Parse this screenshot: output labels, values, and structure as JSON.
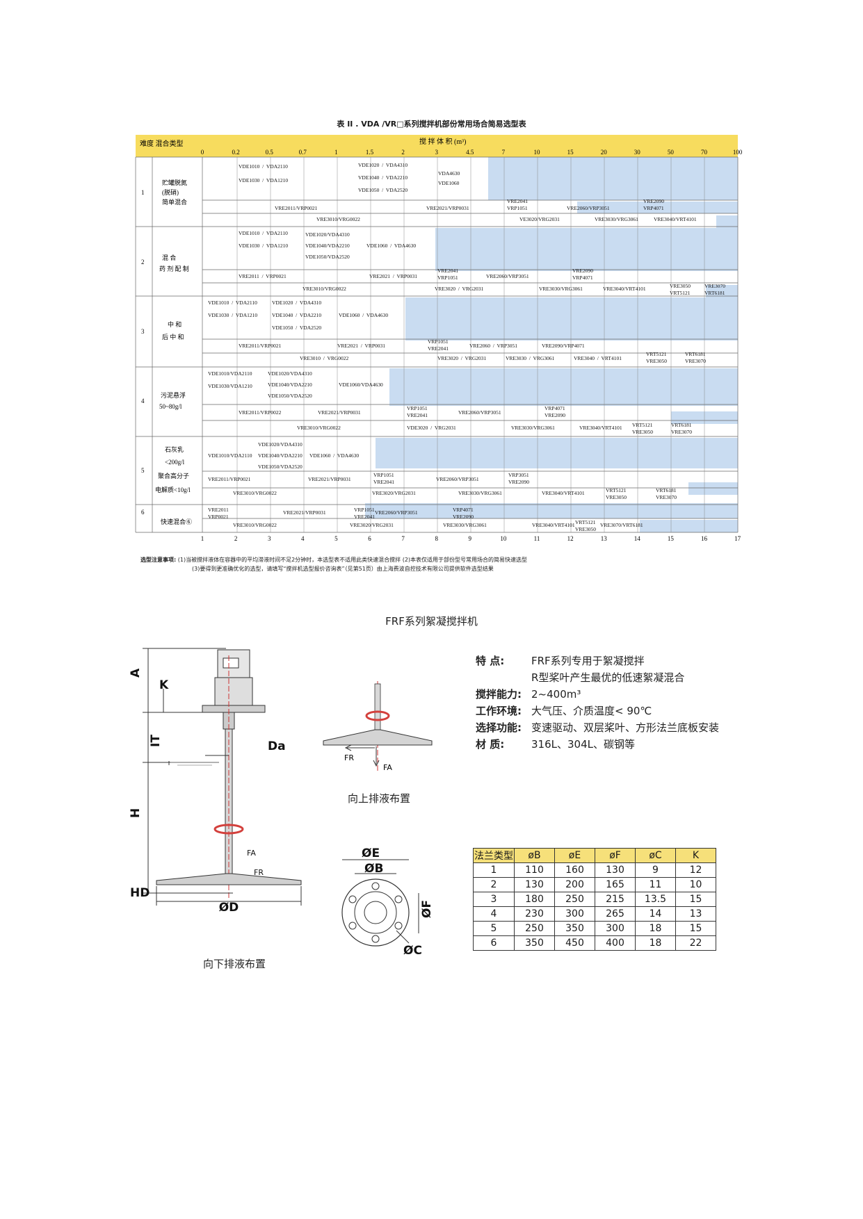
{
  "chart": {
    "title": "表 II . VDA /VR□系列搅拌机部份常用场合简易选型表",
    "header_left": "难度  混合类型",
    "header_center": "搅  拌  体  积  (m³)",
    "volume_ticks": [
      "0",
      "0.2",
      "0.5",
      "0.7",
      "1",
      "1.5",
      "2",
      "3",
      "4.5",
      "7",
      "10",
      "15",
      "20",
      "30",
      "50",
      "70",
      "100"
    ],
    "bottom_ticks": [
      "1",
      "2",
      "3",
      "4",
      "5",
      "6",
      "7",
      "8",
      "9",
      "10",
      "11",
      "12",
      "13",
      "14",
      "15",
      "16",
      "17"
    ],
    "groups": [
      {
        "num": "1",
        "name": [
          "贮罐脱氮",
          "(脱硝)",
          "简单混合"
        ]
      },
      {
        "num": "2",
        "name": [
          "混    合",
          "药 剂 配 制"
        ]
      },
      {
        "num": "3",
        "name": [
          "中  和",
          "后 中 和"
        ]
      },
      {
        "num": "4",
        "name": [
          "污泥悬浮",
          "50~80g/l"
        ]
      },
      {
        "num": "5",
        "name": [
          "石灰乳",
          "<200g/l",
          "聚合高分子",
          "电解质<10g/l"
        ]
      },
      {
        "num": "6",
        "name": [
          "快速混合⑥"
        ]
      }
    ],
    "labels": [
      "VDE1010  /  VDA2110",
      "VDE1030  /  VDA1210",
      "VDE1020  /  VDA4310",
      "VDE1040  /  VDA2210",
      "VDE1050  /  VDA2520",
      "VDA4630",
      "VDE1060",
      "VRE2011/VRP0021",
      "VRE2021/VRP0031",
      "VRE2041",
      "VRP1051",
      "VRE2060/VRP3051",
      "VRE2090",
      "VRP4071",
      "VRE3010/VRG0022",
      "VE3020/VRG2031",
      "VRE3030/VRG3061",
      "VRE3040/VRT4101",
      "VDE1010  /  VDA2110",
      "VDE1030  /  VDA1210",
      "VDE1020/VDA4310",
      "VDE1040/VDA2210",
      "VDE1050/VDA2520",
      "VDE1060  /  VDA4630",
      "VRE2011  /  VRP0021",
      "VRE2021  /  VRP0031",
      "VRE2041",
      "VRP1051",
      "VRE2060/VRP3051",
      "VRE2090",
      "VRP4071",
      "VRE3010/VRG0022",
      "VRE3020  /  VRG2031",
      "VRE3030/VRG3061",
      "VRE3040/VRT4101",
      "VRE3050",
      "VRT5121",
      "VRE3070",
      "VRT6181",
      "VDE1010  /  VDA2110",
      "VDE1030  /  VDA1210",
      "VDE1020  /  VDA4310",
      "VDE1040  /  VDA2210",
      "VDE1050  /  VDA2520",
      "VDE1060  /  VDA4630",
      "VRE2011/VRP0021",
      "VRE2021  /  VRP0031",
      "VRP1051",
      "VRE2041",
      "VRE2060  /  VRP3051",
      "VRE2090/VRP4071",
      "VRE3010  /  VRG0022",
      "VRE3020  /  VRG2031",
      "VRE3030  /  VRG3061",
      "VRE3040  /  VRT4101",
      "VRT5121",
      "VRE3050",
      "VRT6181",
      "VRE3070",
      "VDE1010/VDA2110",
      "VDE1030/VDA1210",
      "VDE1020/VDA4310",
      "VDE1040/VDA2210",
      "VDE1050/VDA2520",
      "VDE1060/VDA4630",
      "VRE2011/VRP0022",
      "VRE2021/VRP0031",
      "VRP1051",
      "VRE2041",
      "VRE2060/VRP3051",
      "VRP4071",
      "VRE2090",
      "VRE3010/VRG0022",
      "VDE3020  /  VRG2031",
      "VRE3030/VRG3061",
      "VRE3040/VRT4101",
      "VRT5121",
      "VRE3050",
      "VRT6181",
      "VRE3070",
      "VDE1020/VDA4310",
      "VDE1010/VDA2110",
      "VDE1040/VDA2210",
      "VDE1050/VDA2520",
      "VDE1060  /  VDA4630",
      "VRE2011/VRP0021",
      "VRE2021/VRP0031",
      "VRP1051",
      "VRE2041",
      "VRE2060/VRP3051",
      "VRP3051",
      "VRE2090",
      "VRE3010/VRG0022",
      "VRE3020/VRG2031",
      "VRE3030/VRG3061",
      "VRE3040/VRT4101",
      "VRT5121",
      "VRE3050",
      "VRT6181",
      "VRE3070",
      "VRE2011",
      "VRP0021",
      "VRE2021/VRP0031",
      "VRP1051",
      "VRE2041",
      "VRE2060/VRP3051",
      "VRP4071",
      "VRE2090",
      "VRE3010/VRG0022",
      "VRE3020/VRG2031",
      "VRE3030/VRG3061",
      "VRE3040/VRT4101",
      "VRT5121",
      "VRE3050",
      "VRE3070/VRT6181"
    ],
    "colors": {
      "header": "#f7dc5e",
      "fill": "#c9dcf1",
      "line": "#555555"
    }
  },
  "notes": {
    "label": "选型注意事项:",
    "line1": "(1)当被搅拌液体在容器中的平均滞液时间不足2分钟时，本选型表不适用此类快速混合搅拌      (2)本表仅适用于部份型号常用场合的简易快速选型",
    "line2": "(3)要得到更准确优化的选型，请填写“搅拌机选型报价咨询表”（见第51页）由上海费波自控技术有限公司提供软件选型结果"
  },
  "frf": {
    "title": "FRF系列絮凝搅拌机",
    "dims": {
      "A": "A",
      "K": "K",
      "IT": "IT",
      "Da": "Da",
      "H": "H",
      "HD": "HD",
      "D": "ØD",
      "FA": "FA",
      "FR": "FR"
    },
    "caption_down": "向下排液布置",
    "caption_up": "向上排液布置",
    "flange_dims": {
      "E": "ØE",
      "B": "ØB",
      "F": "ØF",
      "C": "ØC"
    },
    "specs": [
      {
        "label": "特      点:",
        "value": "FRF系列专用于絮凝搅拌"
      },
      {
        "label": "",
        "value": "R型桨叶产生最优的低速絮凝混合"
      },
      {
        "label": "搅拌能力:",
        "value": "2~400m³"
      },
      {
        "label": "工作环境:",
        "value": "大气压、介质温度< 90℃"
      },
      {
        "label": "选择功能:",
        "value": "变速驱动、双层桨叶、方形法兰底板安装"
      },
      {
        "label": "材      质:",
        "value": "316L、304L、碳钢等"
      }
    ]
  },
  "flange_table": {
    "headers": [
      "法兰类型",
      "øB",
      "øE",
      "øF",
      "øC",
      "K"
    ],
    "rows": [
      [
        "1",
        "110",
        "160",
        "130",
        "9",
        "12"
      ],
      [
        "2",
        "130",
        "200",
        "165",
        "11",
        "10"
      ],
      [
        "3",
        "180",
        "250",
        "215",
        "13.5",
        "15"
      ],
      [
        "4",
        "230",
        "300",
        "265",
        "14",
        "13"
      ],
      [
        "5",
        "250",
        "350",
        "300",
        "18",
        "15"
      ],
      [
        "6",
        "350",
        "450",
        "400",
        "18",
        "22"
      ]
    ]
  }
}
